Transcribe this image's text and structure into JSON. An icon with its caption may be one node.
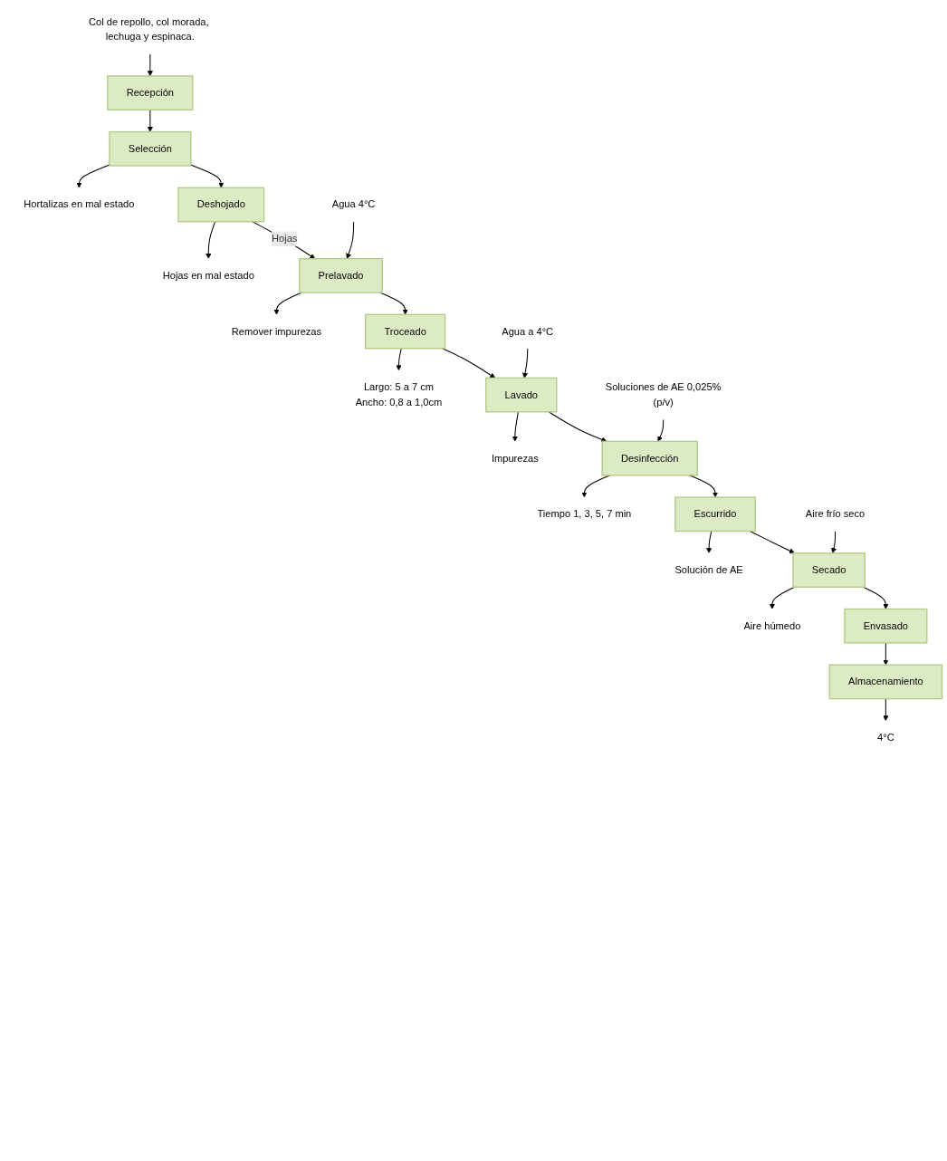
{
  "diagram": {
    "nodes": [
      {
        "text": [
          "Col de repollo, col morada, lechuga y espinaca."
        ]
      },
      {
        "text": [
          "Recepción"
        ]
      },
      {
        "text": [
          "Selección"
        ]
      },
      {
        "text": [
          "Hortalizas en mal estado"
        ]
      },
      {
        "text": [
          "Deshojado"
        ]
      },
      {
        "text": [
          "Hojas en mal estado"
        ]
      },
      {
        "text": [
          "Agua 4°C"
        ]
      },
      {
        "text": [
          "Prelavado"
        ]
      },
      {
        "text": [
          "Remover  impurezas"
        ]
      },
      {
        "text": [
          "Troceado"
        ]
      },
      {
        "text": [
          "Largo: 5 a 7 cm",
          "Ancho: 0,8 a 1,0cm"
        ]
      },
      {
        "text": [
          "Agua a 4°C"
        ]
      },
      {
        "text": [
          "Lavado"
        ]
      },
      {
        "text": [
          "Impurezas"
        ]
      },
      {
        "text": [
          "Soluciones de AE 0,025%(p/v)"
        ]
      },
      {
        "text": [
          "Desinfección"
        ]
      },
      {
        "text": [
          "Tiempo 1, 3, 5, 7 min"
        ]
      },
      {
        "text": [
          "Escurrido"
        ]
      },
      {
        "text": [
          "Solución de AE"
        ]
      },
      {
        "text": [
          "Aire frío seco"
        ]
      },
      {
        "text": [
          "Secado"
        ]
      },
      {
        "text": [
          "Aire húmedo"
        ]
      },
      {
        "text": [
          "Envasado"
        ]
      },
      {
        "text": [
          "Almacenamiento"
        ]
      },
      {
        "text": [
          "4°C"
        ]
      }
    ],
    "edges": [
      {
        "from": 0,
        "to": 1,
        "arrow": "to"
      },
      {
        "from": 1,
        "to": 2,
        "arrow": "to"
      },
      {
        "from": 2,
        "to": 3,
        "arrow": "to"
      },
      {
        "from": 2,
        "to": 4,
        "arrow": "to"
      },
      {
        "from": 4,
        "to": 5,
        "arrow": "to"
      },
      {
        "from": 4,
        "to": 7,
        "arrow": "to",
        "label": "Hojas"
      },
      {
        "from": 6,
        "to": 7,
        "arrow": "to"
      },
      {
        "from": 7,
        "to": 8,
        "arrow": "to"
      },
      {
        "from": 7,
        "to": 9,
        "arrow": "to"
      },
      {
        "from": 9,
        "to": 10,
        "arrow": "to"
      },
      {
        "from": 9,
        "to": 12,
        "arrow": "to"
      },
      {
        "from": 11,
        "to": 12,
        "arrow": "to"
      },
      {
        "from": 12,
        "to": 13,
        "arrow": "to"
      },
      {
        "from": 12,
        "to": 15,
        "arrow": "to"
      },
      {
        "from": 14,
        "to": 15,
        "arrow": "to"
      },
      {
        "from": 15,
        "to": 16,
        "arrow": "to"
      },
      {
        "from": 15,
        "to": 17,
        "arrow": "to"
      },
      {
        "from": 17,
        "to": 18,
        "arrow": "to"
      },
      {
        "from": 17,
        "to": 20,
        "arrow": "to"
      },
      {
        "from": 19,
        "to": 20,
        "arrow": "to"
      },
      {
        "from": 20,
        "to": 21,
        "arrow": "to"
      },
      {
        "from": 20,
        "to": 22,
        "arrow": "to"
      },
      {
        "from": 22,
        "to": 23,
        "arrow": "to"
      },
      {
        "from": 23,
        "to": 24,
        "arrow": "to"
      }
    ]
  }
}
